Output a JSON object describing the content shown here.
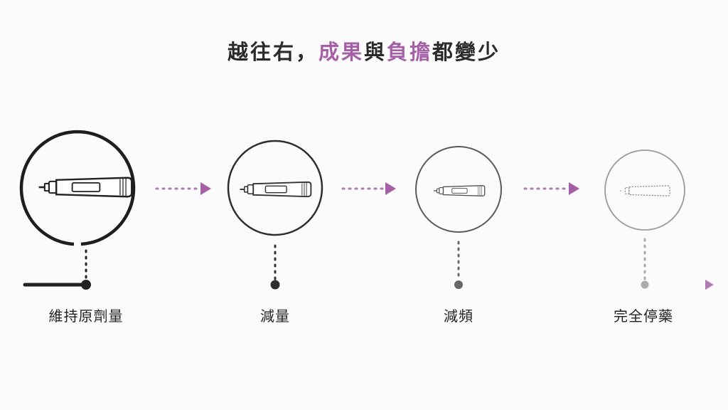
{
  "title": {
    "part1": "越往右，",
    "accent1": "成果",
    "mid": "與",
    "accent2": "負擔",
    "part2": "都變少"
  },
  "stages": [
    {
      "label": "維持原劑量",
      "icon": "insulin-pen-icon",
      "style": "solid",
      "color": "#222222"
    },
    {
      "label": "減量",
      "icon": "insulin-pen-icon",
      "style": "solid",
      "color": "#2e2e2e"
    },
    {
      "label": "減頻",
      "icon": "insulin-pen-icon",
      "style": "solid",
      "color": "#5a5a5a"
    },
    {
      "label": "完全停藥",
      "icon": "insulin-pen-dashed-icon",
      "style": "dashed",
      "color": "#9a9a9a"
    }
  ],
  "colors": {
    "accent": "#a45fa6",
    "text": "#2a2a2a"
  }
}
